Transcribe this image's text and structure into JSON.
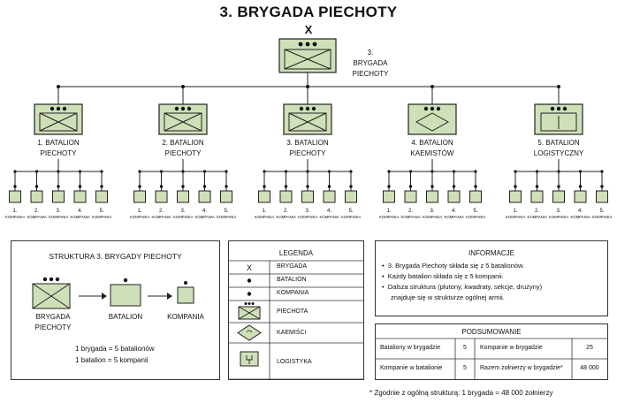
{
  "title": "3. BRYGADA PIECHOTY",
  "brigade": {
    "echelon": "X",
    "label_line1": "3. BRYGADA",
    "label_line2": "PIECHOTY"
  },
  "battalions": [
    {
      "line1": "1. BATALION",
      "line2": "PIECHOTY",
      "type": "infantry"
    },
    {
      "line1": "2. BATALION",
      "line2": "PIECHOTY",
      "type": "infantry"
    },
    {
      "line1": "3. BATALION",
      "line2": "PIECHOTY",
      "type": "infantry"
    },
    {
      "line1": "4. BATALION",
      "line2": "KAEMISTÓW",
      "type": "machine-gun"
    },
    {
      "line1": "5. BATALION",
      "line2": "LOGISTYCZNY",
      "type": "logistics"
    }
  ],
  "companies": [
    {
      "num": "1.",
      "label": "KOMPANIA"
    },
    {
      "num": "2.",
      "label": "KOMPANIA"
    },
    {
      "num": "3.",
      "label": "KOMPANIA"
    },
    {
      "num": "4.",
      "label": "KOMPANIA"
    },
    {
      "num": "5.",
      "label": "KOMPANIA"
    }
  ],
  "structure": {
    "title": "STRUKTURA 3. BRYGADY PIECHOTY",
    "brigade_line1": "BRYGADA",
    "brigade_line2": "PIECHOTY",
    "battalion": "BATALION",
    "company": "KOMPANIA",
    "rule1": "1 brygada  =  5 batalionów",
    "rule2": "1 batalion  =  5 kompanii"
  },
  "legend": {
    "title": "LEGENDA",
    "items": [
      {
        "label": "BRYGADA",
        "symbol": "X"
      },
      {
        "label": "BATALION"
      },
      {
        "label": "KOMPANIA"
      },
      {
        "label": "PIECHOTA"
      },
      {
        "label": "KAEMIŚCI"
      },
      {
        "label": "LOGISTYKA"
      }
    ]
  },
  "info": {
    "title": "INFORMACJE",
    "bullets": [
      "3. Brygada Piechoty składa się z 5 batalionów.",
      "Każdy batalion składa się z 5 kompanii.",
      "Dalsza struktura (plutony, kwadraty, sekcje, drużyny)",
      "znajduje się w strukturze ogólnej armii."
    ]
  },
  "summary": {
    "title": "PODSUMOWANIE",
    "rows": [
      {
        "l1": "Bataliony w brygadzie",
        "v1": "5",
        "l2": "Kompanie w brygadzie",
        "v2": "25"
      },
      {
        "l1": "Kompanie w batalionie",
        "v1": "5",
        "l2": "Razem żołnierzy w brygadzie*",
        "v2": "48 000"
      }
    ]
  },
  "footnote": "* Zgodnie z ogólną strukturą: 1 brygada = 48 000 żołnierzy",
  "colors": {
    "fill": "#cfe0b8",
    "stroke": "#222222",
    "line": "#222222"
  }
}
